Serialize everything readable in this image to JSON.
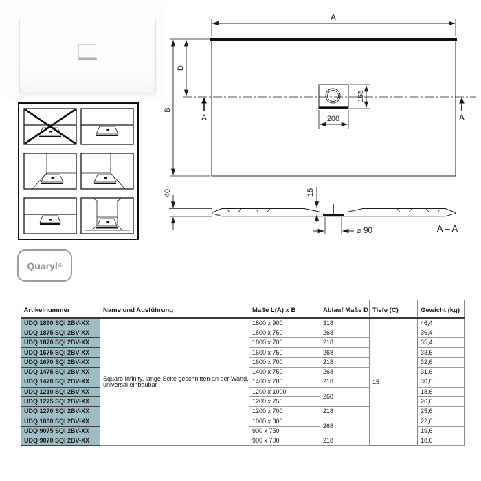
{
  "badge": {
    "label": "Quaryl",
    "registered": "®"
  },
  "drawings": {
    "plan": {
      "dim_a": "A",
      "dim_b": "B",
      "dim_d": "D",
      "dim_155": "155",
      "dim_200": "200",
      "section_marker": "A"
    },
    "section": {
      "dim_40": "40",
      "dim_15": "15",
      "dim_diameter": "⌀ 90",
      "label": "A – A"
    }
  },
  "table": {
    "headers": [
      "Artikelnummer",
      "Name und Ausführung",
      "Maße L(A) x B",
      "Ablauf Maße D",
      "Tiefe (C)",
      "Gewicht (kg)"
    ],
    "name_text": "Squaro Infinity, lange Seite geschnitten an der Wand, universal einbaubar",
    "tiefe": "15",
    "rows": [
      {
        "artikel": "UDQ 1890 SQI 2BV-XX",
        "masse": "1800 x 900",
        "ablauf": "318",
        "gewicht": "46,4"
      },
      {
        "artikel": "UDQ 1875 SQI 2BV-XX",
        "masse": "1800 x 750",
        "ablauf": "268",
        "gewicht": "36,4"
      },
      {
        "artikel": "UDQ 1870 SQI 2BV-XX",
        "masse": "1800 x 700",
        "ablauf": "218",
        "gewicht": "35,4"
      },
      {
        "artikel": "UDQ 1675 SQI 2BV-XX",
        "masse": "1600 x 750",
        "ablauf": "268",
        "gewicht": "33,6"
      },
      {
        "artikel": "UDQ 1670 SQI 2BV-XX",
        "masse": "1600 x 700",
        "ablauf": "218",
        "gewicht": "32,6"
      },
      {
        "artikel": "UDQ 1475 SQI 2BV-XX",
        "masse": "1400 x 750",
        "ablauf": "268",
        "gewicht": "31,6"
      },
      {
        "artikel": "UDQ 1470 SQI 2BV-XX",
        "masse": "1400 x 700",
        "ablauf": "218",
        "gewicht": "30,6"
      },
      {
        "artikel": "UDQ 1210 SQI 2BV-XX",
        "masse": "1200 x 1000",
        "ablauf": "268",
        "gewicht": "18,6"
      },
      {
        "artikel": "UDQ 1275 SQI 2BV-XX",
        "masse": "1200 x 750",
        "gewicht": "26,6"
      },
      {
        "artikel": "UDQ 1270 SQI 2BV-XX",
        "masse": "1200 x 700",
        "ablauf": "218",
        "gewicht": "25,6"
      },
      {
        "artikel": "UDQ 1080 SQI 2BV-XX",
        "masse": "1000 x 800",
        "ablauf": "268",
        "gewicht": "22,6"
      },
      {
        "artikel": "UDQ 9075 SQI 2BV-XX",
        "masse": "900 x 750",
        "gewicht": "19,6"
      },
      {
        "artikel": "UDQ 9070 SQI 2BV-XX",
        "masse": "900 x 700",
        "ablauf": "218",
        "gewicht": "18,6"
      }
    ]
  },
  "colors": {
    "row_accent_teal": "#9ebec6",
    "drawing_line": "#1c1c1c",
    "badge_gray": "#8d8d8d"
  }
}
